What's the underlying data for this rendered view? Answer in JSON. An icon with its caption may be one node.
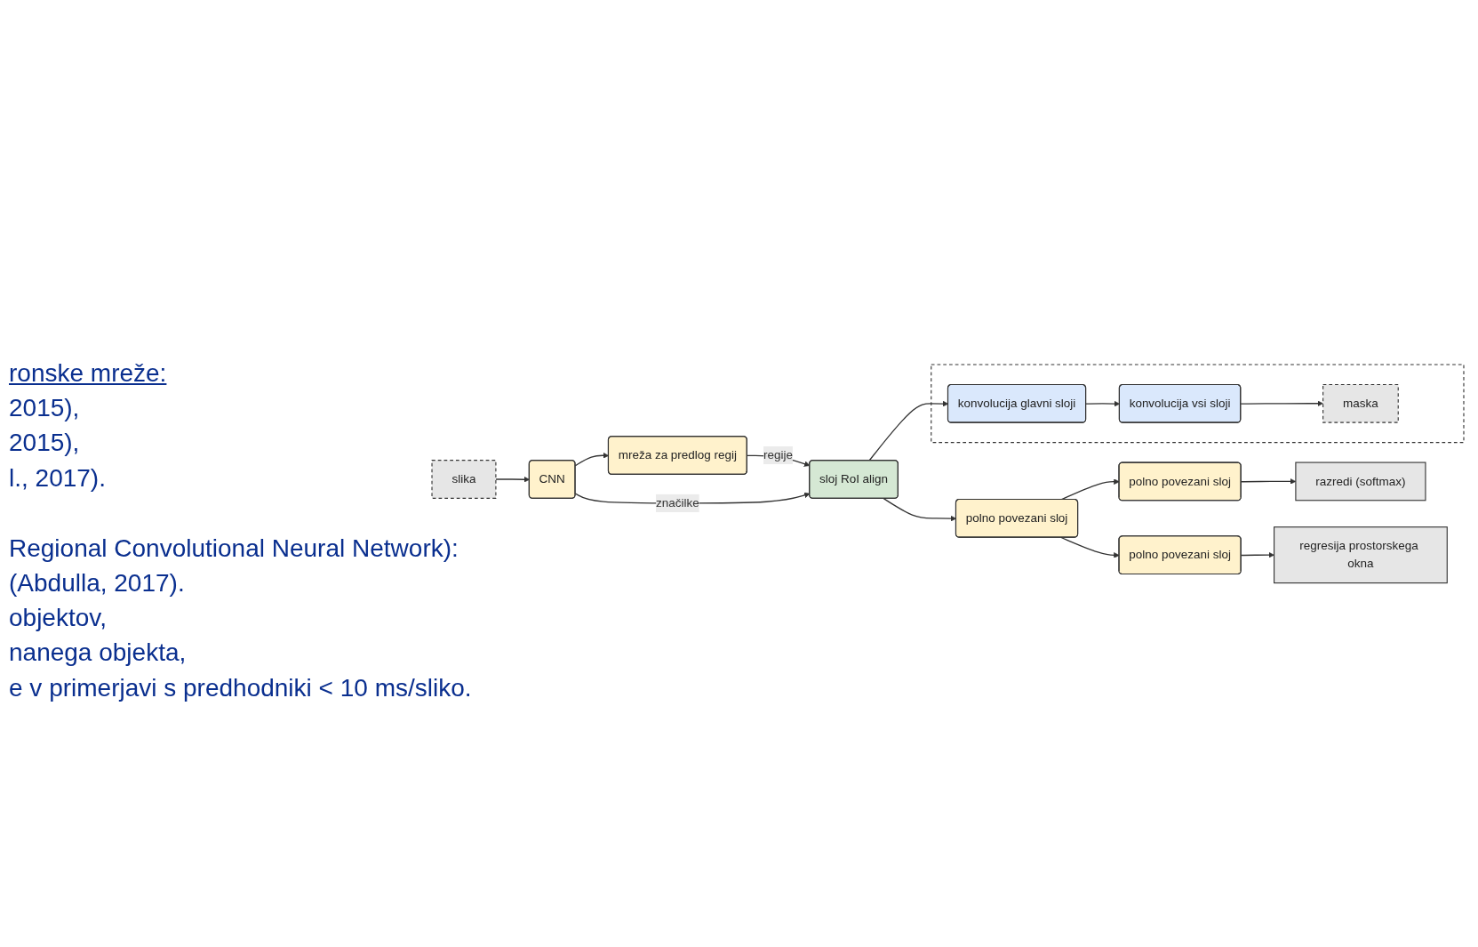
{
  "diagram": {
    "nodes": [
      {
        "text": [
          "slika"
        ]
      },
      {
        "text": [
          "CNN"
        ]
      },
      {
        "text": [
          "mreža za predlog regij"
        ]
      },
      {
        "text": [
          "sloj RoI align"
        ]
      },
      {
        "text": [
          "polno povezani sloj"
        ]
      },
      {
        "text": [
          "polno povezani sloj"
        ]
      },
      {
        "text": [
          "razredi (softmax)"
        ]
      },
      {
        "text": [
          "polno povezani sloj"
        ]
      },
      {
        "text": [
          "regresija prostorskega okna"
        ]
      },
      {
        "text": [],
        "shape": "box"
      },
      {
        "text": [
          "konvolucija glavni sloji"
        ],
        "in": 9
      },
      {
        "text": [
          "konvolucija vsi sloji"
        ],
        "in": 9
      },
      {
        "text": [
          "maska"
        ],
        "in": 9
      }
    ],
    "edges": [
      {
        "from": 0,
        "to": 1,
        "arrow": "to"
      },
      {
        "from": 1,
        "to": 2,
        "arrow": "to"
      },
      {
        "from": 2,
        "to": 3,
        "arrow": "to",
        "label": "regije"
      },
      {
        "from": 1,
        "to": 3,
        "arrow": "to",
        "label": "značilke"
      },
      {
        "from": 3,
        "to": 4,
        "arrow": "to"
      },
      {
        "from": 4,
        "to": 5,
        "arrow": "to"
      },
      {
        "from": 4,
        "to": 7,
        "arrow": "to"
      },
      {
        "from": 5,
        "to": 6,
        "arrow": "to"
      },
      {
        "from": 7,
        "to": 8,
        "arrow": "to"
      },
      {
        "from": 3,
        "to": 10,
        "arrow": "to"
      },
      {
        "from": 10,
        "to": 11,
        "arrow": "to"
      },
      {
        "from": 11,
        "to": 12,
        "arrow": "to"
      }
    ],
    "labels": [
      "ronske mreže:",
      "2015),",
      "2015),",
      "l., 2017).",
      "Regional Convolutional Neural Network):",
      "(Abdulla, 2017).",
      "objektov,",
      "nanega objekta,",
      "e v primerjavi s predhodniki < 10 ms/sliko."
    ]
  }
}
